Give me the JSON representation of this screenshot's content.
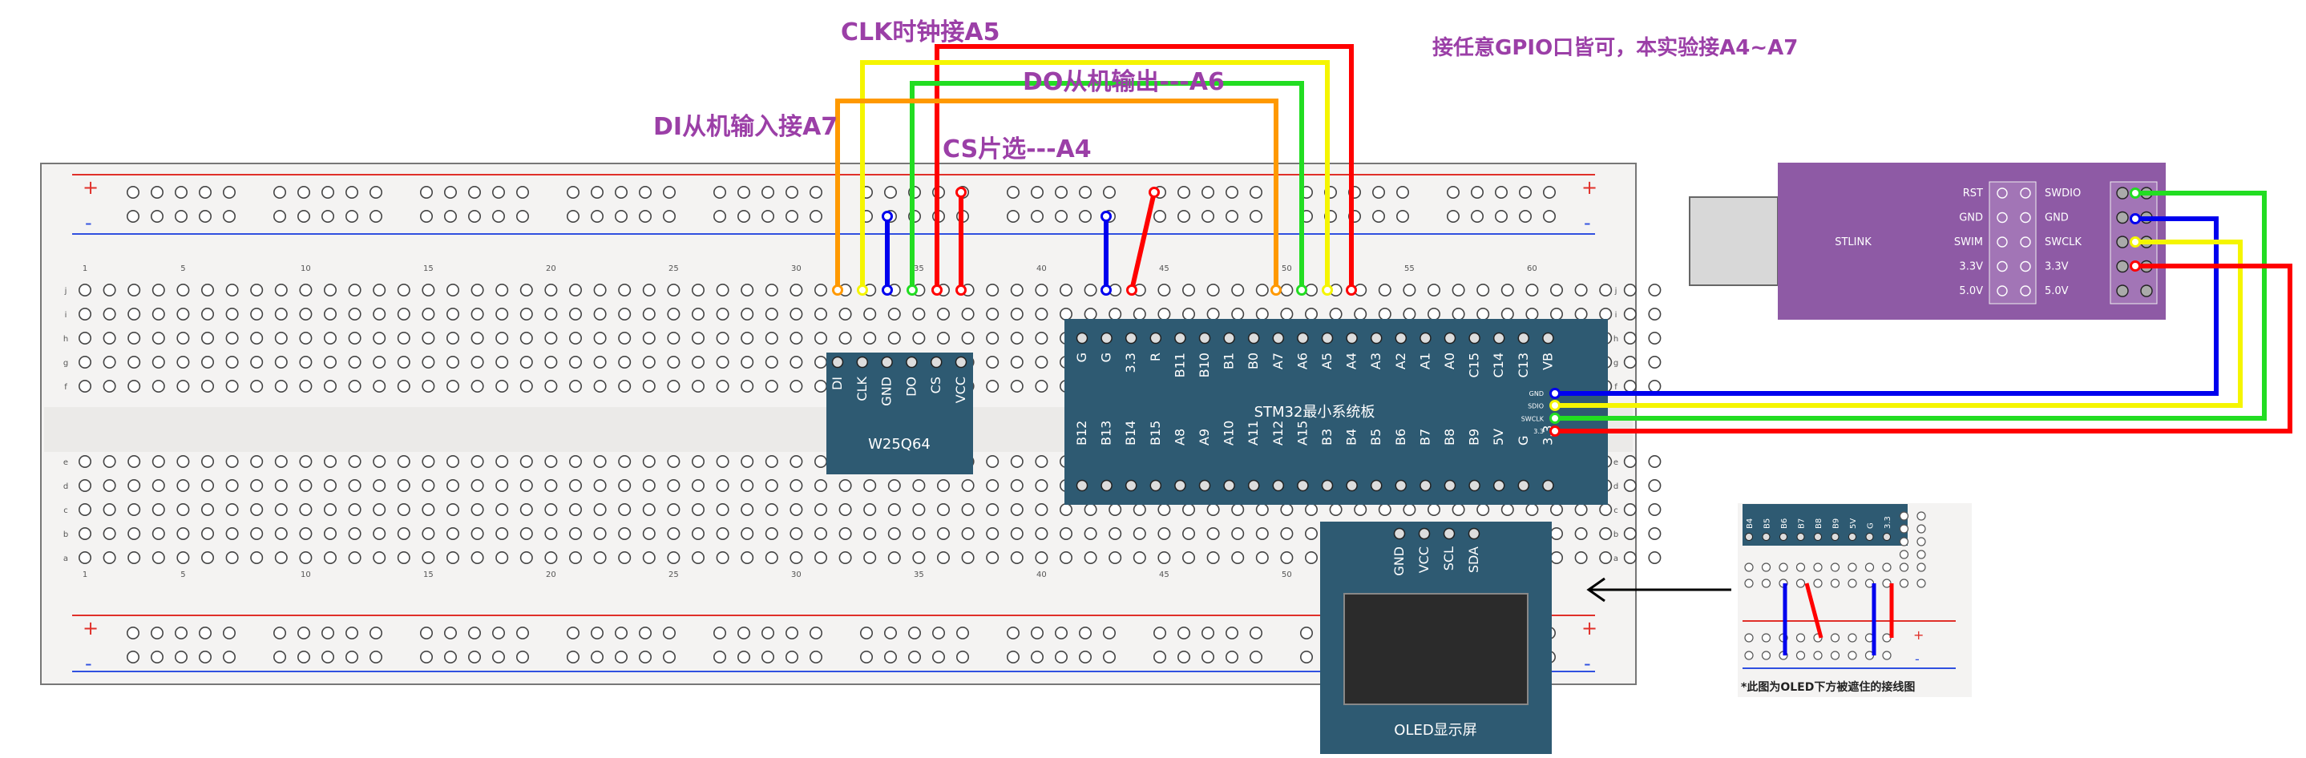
{
  "annotations": {
    "clk": "CLK时钟接A5",
    "do": "DO从机输出---A6",
    "di": "DI从机输入接A7",
    "cs": "CS片选---A4",
    "note": "接任意GPIO口皆可，本实验接A4~A7"
  },
  "breadboard": {
    "column_numbers": [
      "1",
      "5",
      "10",
      "15",
      "20",
      "25",
      "30",
      "35",
      "40",
      "45",
      "50",
      "55",
      "60"
    ],
    "rows_top": [
      "j",
      "i",
      "h",
      "g",
      "f"
    ],
    "rows_bottom": [
      "e",
      "d",
      "c",
      "b",
      "a"
    ],
    "rail_plus": "+",
    "rail_minus": "-"
  },
  "w25q64": {
    "name": "W25Q64",
    "pins": [
      "DI",
      "CLK",
      "GND",
      "DO",
      "CS",
      "VCC"
    ]
  },
  "stm32": {
    "name": "STM32最小系统板",
    "top_pins": [
      "G",
      "G",
      "3.3",
      "R",
      "B11",
      "B10",
      "B1",
      "B0",
      "A7",
      "A6",
      "A5",
      "A4",
      "A3",
      "A2",
      "A1",
      "A0",
      "C15",
      "C14",
      "C13",
      "VB"
    ],
    "bottom_pins": [
      "B12",
      "B13",
      "B14",
      "B15",
      "A8",
      "A9",
      "A10",
      "A11",
      "A12",
      "A15",
      "B3",
      "B4",
      "B5",
      "B6",
      "B7",
      "B8",
      "B9",
      "5V",
      "G",
      "3.3"
    ],
    "swd_pins": [
      "GND",
      "SDIO",
      "SWCLK",
      "3.3"
    ]
  },
  "oled": {
    "name": "OLED显示屏",
    "pins": [
      "GND",
      "VCC",
      "SCL",
      "SDA"
    ]
  },
  "stlink": {
    "name": "STLINK",
    "left_labels": [
      "RST",
      "GND",
      "SWIM",
      "3.3V",
      "5.0V"
    ],
    "right_labels": [
      "SWDIO",
      "GND",
      "SWCLK",
      "3.3V",
      "5.0V"
    ]
  },
  "inset": {
    "pins": [
      "B4",
      "B5",
      "B6",
      "B7",
      "B8",
      "B9",
      "5V",
      "G",
      "3.3"
    ],
    "caption": "*此图为OLED下方被遮住的接线图"
  },
  "wire_colors": {
    "red": "#ff0000",
    "blue": "#0000ee",
    "green": "#22dd22",
    "yellow": "#f5f500",
    "orange": "#ff9900"
  },
  "colors": {
    "annotation": "#9b3fa7",
    "module": "#2e5a72",
    "stlink": "#8e5aa5"
  }
}
